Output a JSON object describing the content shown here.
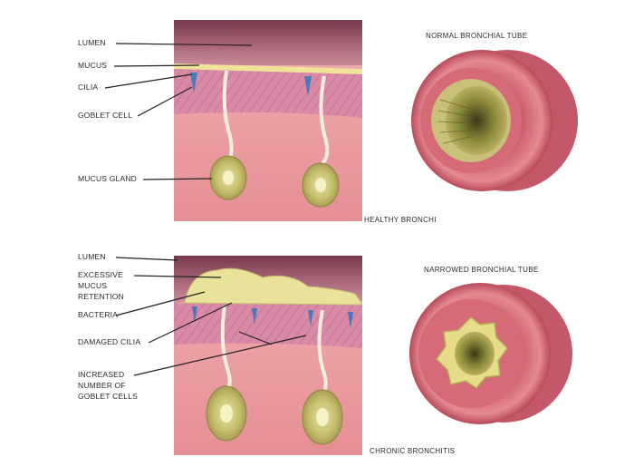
{
  "healthy": {
    "labels": [
      "LUMEN",
      "MUCUS",
      "CILIA",
      "GOBLET CELL",
      "MUCUS GLAND"
    ],
    "tube_title": "NORMAL BRONCHIAL TUBE",
    "caption": "HEALTHY BRONCHI"
  },
  "diseased": {
    "labels": [
      "LUMEN",
      "EXCESSIVE",
      "MUCUS",
      "RETENTION",
      "BACTERIA",
      "DAMAGED CILIA",
      "INCREASED",
      "NUMBER OF",
      "GOBLET CELLS"
    ],
    "tube_title": "NARROWED BRONCHIAL TUBE",
    "caption": "CHRONIC BRONCHITIS"
  },
  "colors": {
    "lumen": "#8e4a5c",
    "tissue": "#e89aa0",
    "epithelium": "#d98aa6",
    "cilia": "#4a78b8",
    "mucus": "#f2e8a0",
    "gland": "#c9c47a"
  }
}
